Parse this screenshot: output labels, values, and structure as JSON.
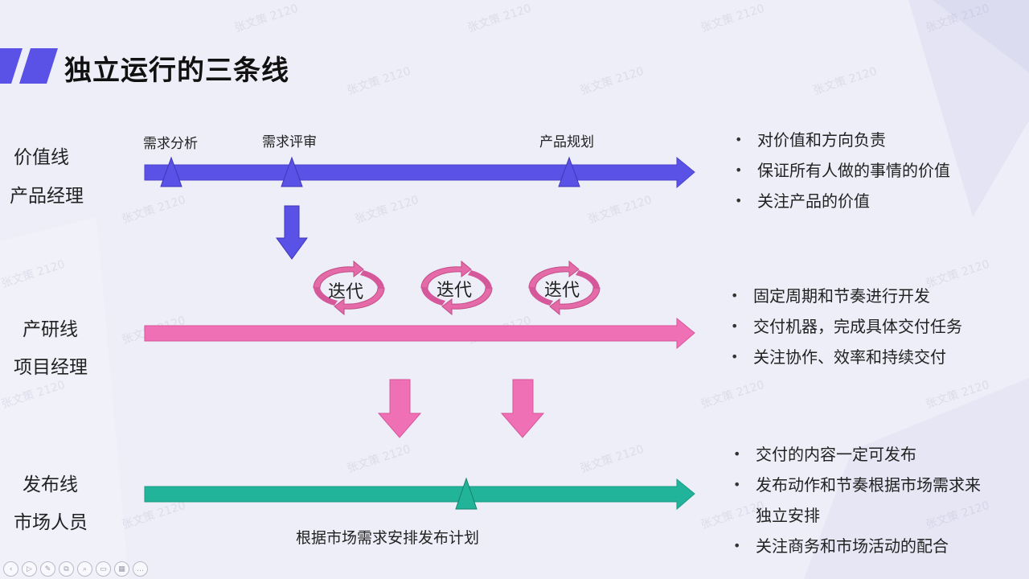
{
  "title": "独立运行的三条线",
  "watermark": "张文策 2120",
  "colors": {
    "value_line": "#5a52e6",
    "dev_line": "#f070b5",
    "release_line": "#22b49a",
    "title_accent": "#5a52e6"
  },
  "lines": [
    {
      "id": "value",
      "line_name": "价值线",
      "owner": "产品经理",
      "milestones": [
        "需求分析",
        "需求评审",
        "产品规划"
      ],
      "bullets": [
        "对价值和方向负责",
        "保证所有人做的事情的价值",
        "关注产品的价值"
      ]
    },
    {
      "id": "dev",
      "line_name": "产研线",
      "owner": "项目经理",
      "iterations": [
        "迭代",
        "迭代",
        "迭代"
      ],
      "bullets": [
        "固定周期和节奏进行开发",
        "交付机器，完成具体交付任务",
        "关注协作、效率和持续交付"
      ]
    },
    {
      "id": "release",
      "line_name": "发布线",
      "owner": "市场人员",
      "caption": "根据市场需求安排发布计划",
      "bullets": [
        "交付的内容一定可发布",
        "发布动作和节奏根据市场需求来",
        "独立安排",
        "关注商务和市场活动的配合"
      ]
    }
  ],
  "toolbar": [
    "prev-icon",
    "play-icon",
    "pen-icon",
    "copy-icon",
    "zoom-icon",
    "screen-icon",
    "grid-icon",
    "more-icon"
  ]
}
